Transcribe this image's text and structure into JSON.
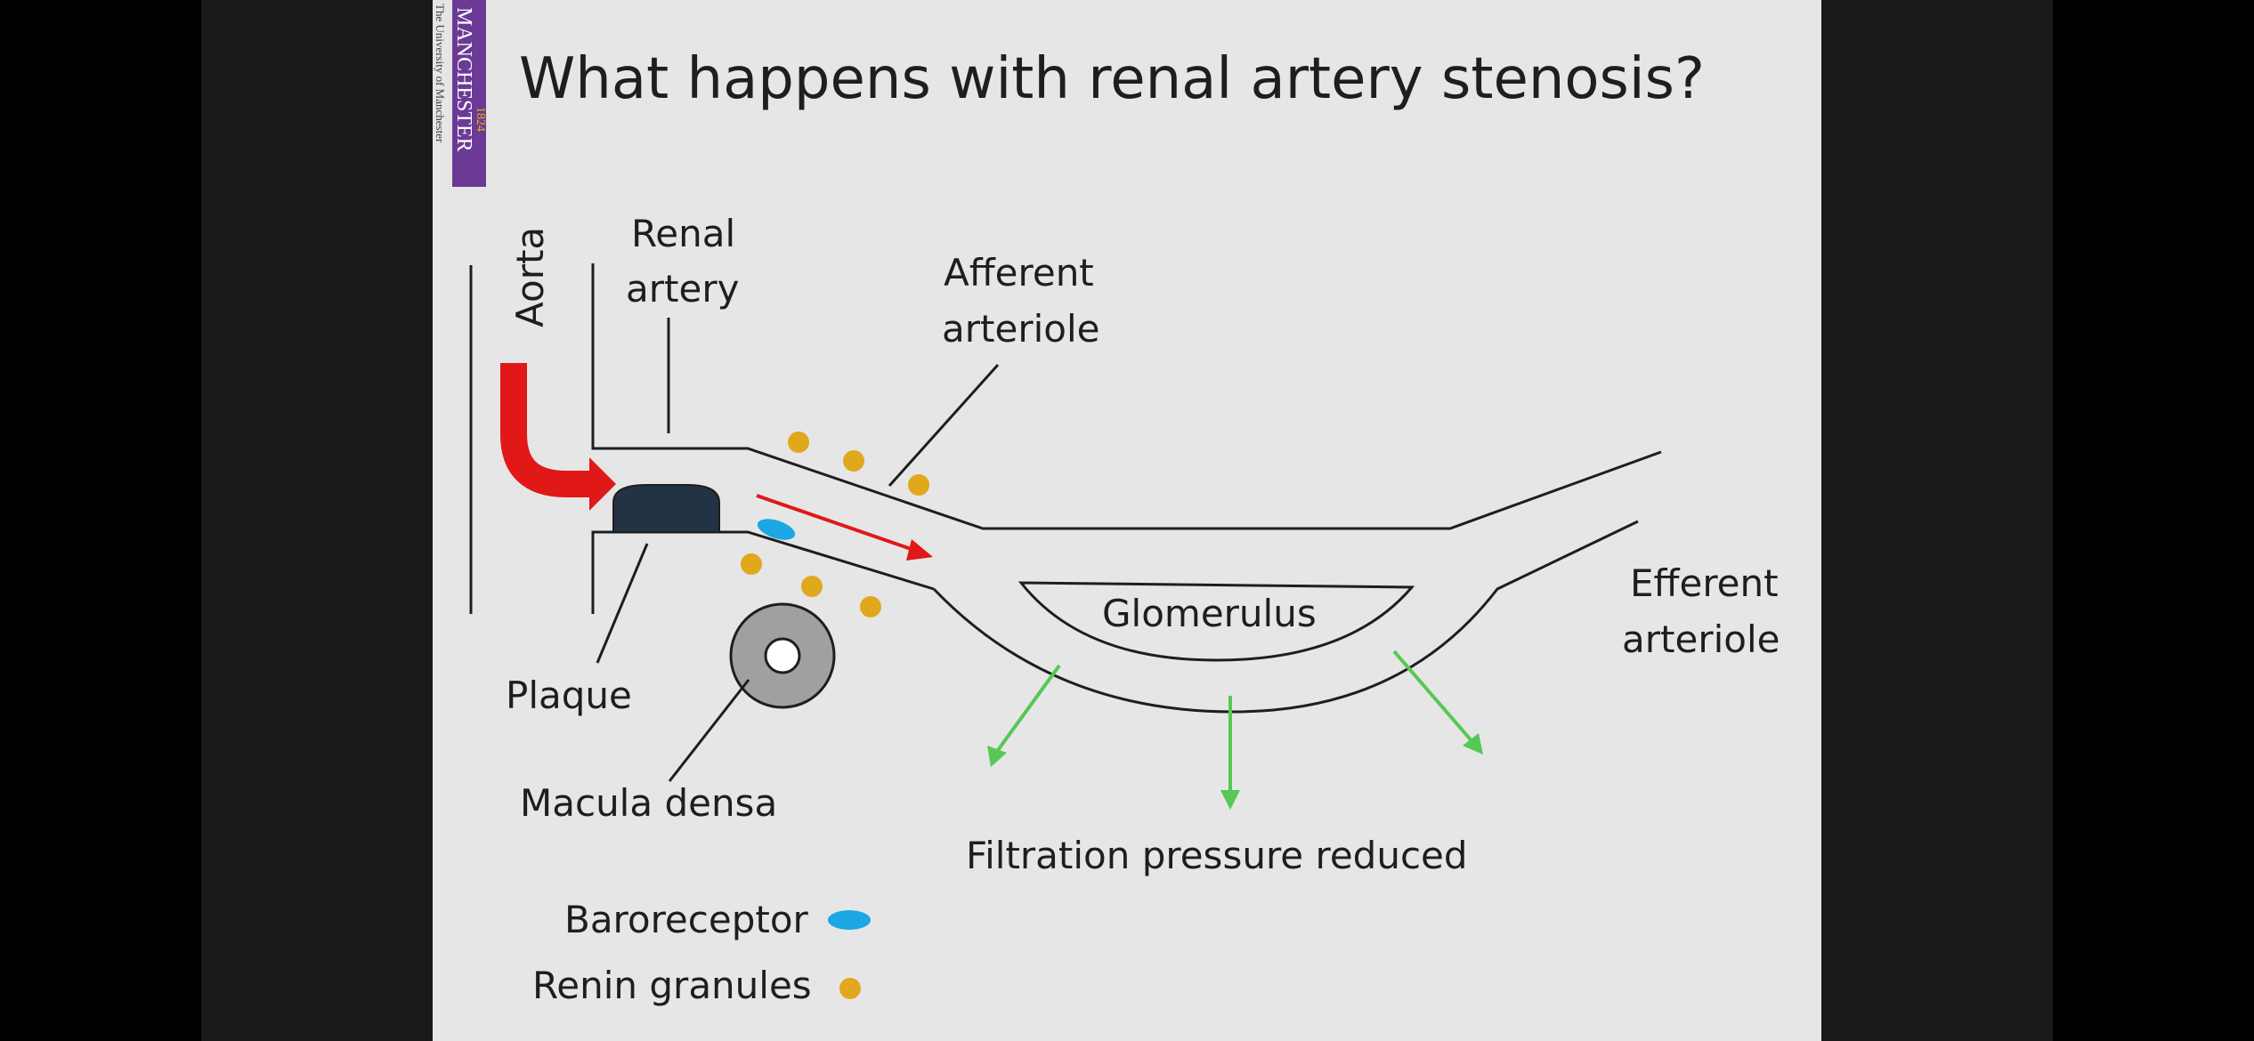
{
  "slide": {
    "title": "What happens with renal artery stenosis?"
  },
  "labels": {
    "aorta": "Aorta",
    "renal_artery_line1": "Renal",
    "renal_artery_line2": "artery",
    "afferent_line1": "Afferent",
    "afferent_line2": "arteriole",
    "efferent_line1": "Efferent",
    "efferent_line2": "arteriole",
    "glomerulus": "Glomerulus",
    "plaque": "Plaque",
    "macula_densa": "Macula densa",
    "filtration": "Filtration pressure reduced"
  },
  "legend": {
    "baroreceptor": "Baroreceptor",
    "renin": "Renin granules"
  },
  "logo": {
    "university_text": "The University of Manchester",
    "name": "MANCHESTER",
    "year": "1824"
  },
  "colors": {
    "background": "#e6e6e6",
    "flow_arrow": "#e01818",
    "plaque": "#233244",
    "baroreceptor": "#1aa7e3",
    "renin": "#e0a81c",
    "macula_densa": "#a0a0a0",
    "filtration_arrows": "#55c855",
    "logo_purple": "#6b3a96",
    "logo_gold": "#f2b400"
  }
}
